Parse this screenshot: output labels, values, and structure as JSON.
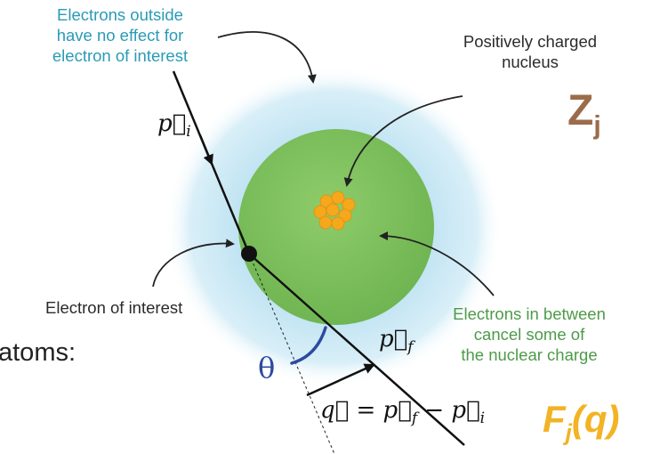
{
  "labels": {
    "outside_electrons": [
      "Electrons outside",
      "have no effect for",
      "electron of interest"
    ],
    "nucleus": [
      "Positively charged",
      "nucleus"
    ],
    "electron_of_interest": "Electron of interest",
    "electrons_between": [
      "Electrons in between",
      "cancel some of",
      "the nuclear charge"
    ],
    "atoms_fragment": "atoms:",
    "charge_symbol": "Z",
    "charge_subscript": "j",
    "form_factor": "F",
    "form_factor_subscript": "j",
    "form_factor_arg": "(q)",
    "angle": "θ",
    "p_initial": "p⃗",
    "p_initial_sub": "i",
    "p_final": "p⃗",
    "p_final_sub": "f",
    "momentum_transfer": "q⃗ = p⃗",
    "momentum_transfer_sub1": "f",
    "momentum_transfer_minus": " − p⃗",
    "momentum_transfer_sub2": "i"
  },
  "colors": {
    "cloud": "#bfe3f2",
    "inner_sphere": "#7dc35c",
    "nucleus": "#f5a81c",
    "teal_text": "#2a9bb5",
    "green_text": "#4e9a49",
    "brown_z": "#9c6b4a",
    "form_factor": "#f2b324",
    "angle": "#2d4aa0"
  }
}
